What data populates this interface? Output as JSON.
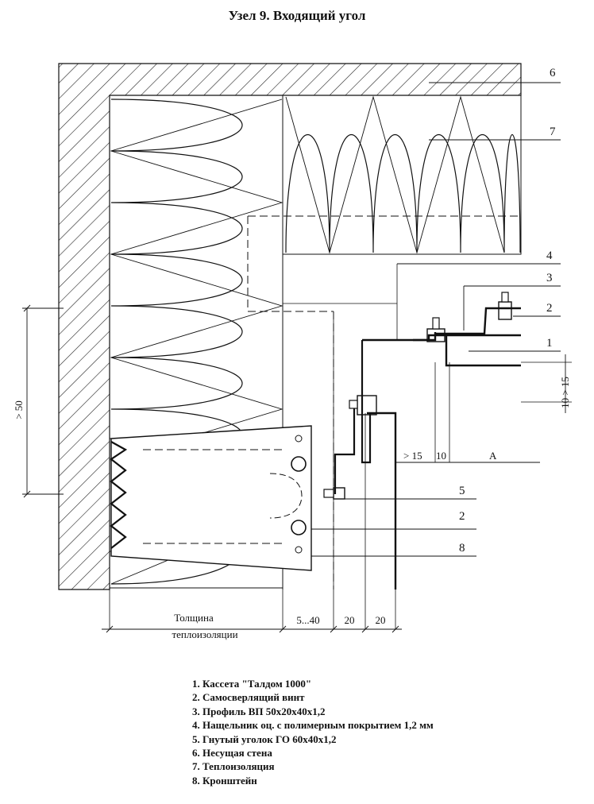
{
  "title": "Узел 9. Входящий угол",
  "callouts": [
    "6",
    "7",
    "4",
    "3",
    "2",
    "1",
    "5",
    "2",
    "8"
  ],
  "dimensions": {
    "left_vertical": "> 50",
    "right_vertical": "10 > 15",
    "gap_right": "> 15",
    "gap_10": "10",
    "zone_letter": "A",
    "insulation_line1": "Толщина",
    "insulation_line2": "теплоизоляции",
    "gap_5_40": "5...40",
    "dim_20_a": "20",
    "dim_20_b": "20"
  },
  "legend": [
    "1. Кассета \"Талдом 1000\"",
    "2. Самосверлящий винт",
    "3.  Профиль ВП 50х20х40х1,2",
    "4. Нащельник  оц. с полимерным покрытием 1,2 мм",
    "5. Гнутый уголок ГО 60х40х1,2",
    "6.  Несущая стена",
    "7. Теплоизоляция",
    "8. Кронштейн"
  ]
}
